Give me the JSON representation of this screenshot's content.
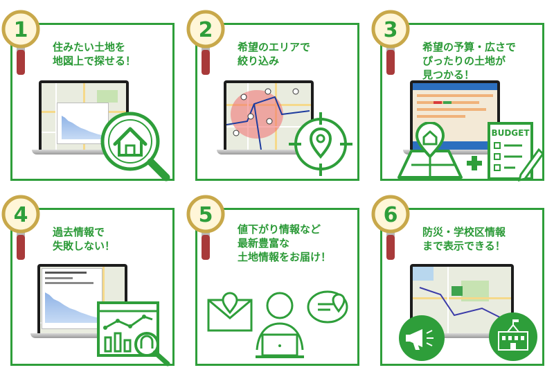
{
  "colors": {
    "accent_green": "#2e9e3a",
    "badge_gold": "#c8a84a",
    "handle_red": "#a83a3a",
    "map_blue": "#1e3c9e"
  },
  "cards": [
    {
      "number": "1",
      "title": "住みたい土地を\n地図上で探せる！",
      "icon": "house-magnifier-icon"
    },
    {
      "number": "2",
      "title": "希望のエリアで\n絞り込み",
      "icon": "location-target-icon"
    },
    {
      "number": "3",
      "title": "希望の予算・広さで\nぴったりの土地が\n見つかる！",
      "icon": "budget-checklist-icon",
      "icon_text": "BUDGET"
    },
    {
      "number": "4",
      "title": "過去情報で\n失敗しない！",
      "icon": "analytics-chart-icon"
    },
    {
      "number": "5",
      "title": "値下がり情報など\n最新豊富な\n土地情報をお届け！",
      "icon": "user-laptop-mail-icon"
    },
    {
      "number": "6",
      "title": "防災・学校区情報\nまで表示できる！",
      "icon": "megaphone-school-icon"
    }
  ],
  "budget_panel": {
    "label": "BUDGET"
  }
}
